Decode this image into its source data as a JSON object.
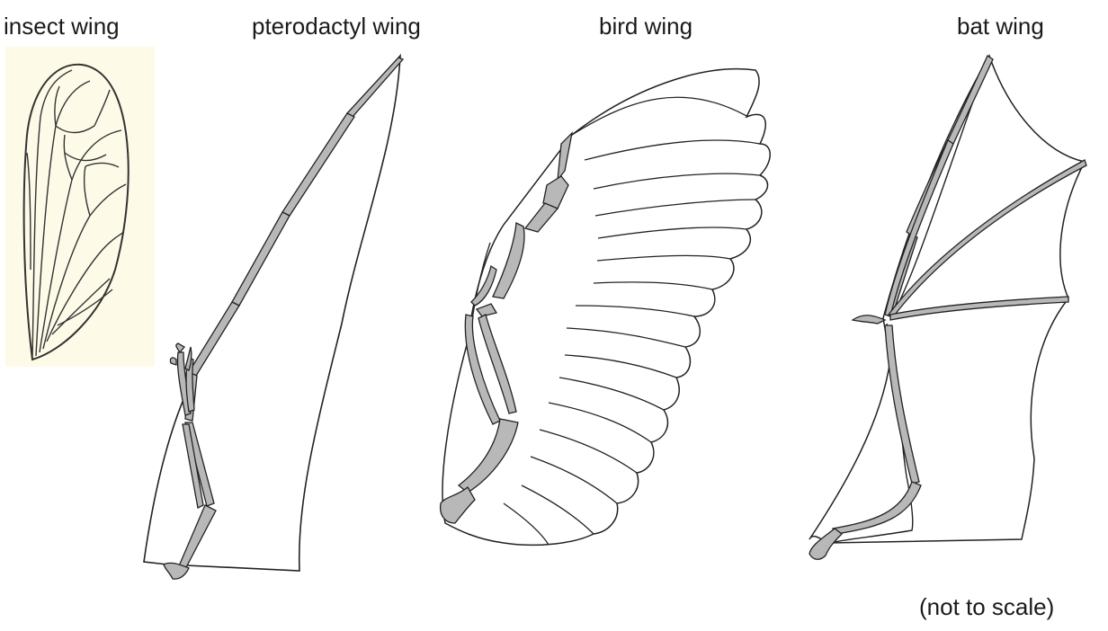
{
  "labels": {
    "insect": "insect wing",
    "pterodactyl": "pterodactyl wing",
    "bird": "bird wing",
    "bat": "bat wing",
    "scale_note": "(not to scale)"
  },
  "colors": {
    "bone": "#b8b8b8",
    "outline": "#222222",
    "insect_bg": "#fdfbe8",
    "vein": "#333333"
  }
}
